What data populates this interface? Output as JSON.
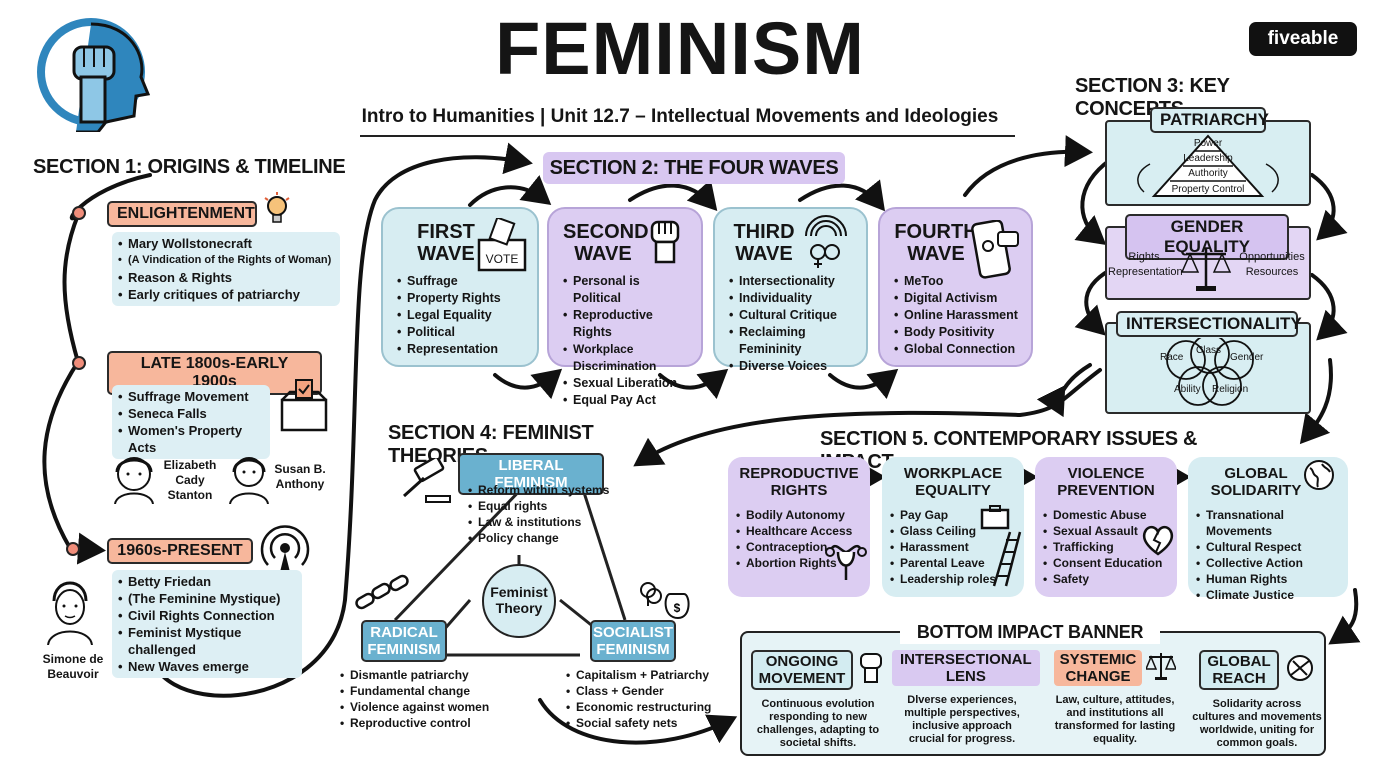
{
  "header": {
    "title": "FEMINISM",
    "subtitle": "Intro to Humanities | Unit 12.7 – Intellectual Movements and Ideologies",
    "brand": "fiveable"
  },
  "section1": {
    "heading": "SECTION 1: ORIGINS & TIMELINE",
    "eras": [
      {
        "label": "ENLIGHTENMENT",
        "items": [
          "Mary Wollstonecraft",
          "(A Vindication of the Rights of Woman)",
          "Reason & Rights",
          "Early critiques of patriarchy"
        ]
      },
      {
        "label": "LATE 1800s-EARLY 1900s",
        "items": [
          "Suffrage Movement",
          "Seneca Falls",
          "Women's Property Acts"
        ]
      },
      {
        "label": "1960s-PRESENT",
        "items": [
          "Betty Friedan",
          "(The Feminine Mystique)",
          "Civil Rights Connection",
          "Feminist Mystique challenged",
          "New Waves emerge"
        ]
      }
    ],
    "figures": [
      "Elizabeth",
      "Cady",
      "Stanton",
      "Susan B.",
      "Anthony",
      "Simone de",
      "Beauvoir"
    ]
  },
  "section2": {
    "heading": "SECTION 2: THE FOUR WAVES",
    "vote_label": "VOTE",
    "waves": [
      {
        "title1": "FIRST",
        "title2": "WAVE",
        "items": [
          "Suffrage",
          "Property Rights",
          "Legal Equality",
          "Political",
          "Representation"
        ]
      },
      {
        "title1": "SECOND",
        "title2": "WAVE",
        "items": [
          "Personal is Political",
          "Reproductive Rights",
          "Workplace Discrimination",
          "Sexual Liberation",
          "Equal Pay Act"
        ]
      },
      {
        "title1": "THIRD",
        "title2": "WAVE",
        "items": [
          "Intersectionality",
          "Individuality",
          "Cultural Critique",
          "Reclaiming Femininity",
          "Diverse Voices"
        ]
      },
      {
        "title1": "FOURTH",
        "title2": "WAVE",
        "items": [
          "MeToo",
          "Digital Activism",
          "Online Harassment",
          "Body Positivity",
          "Global Connection"
        ]
      }
    ]
  },
  "section3": {
    "heading": "SECTION 3: KEY CONCEPTS",
    "patriarchy": {
      "label": "PATRIARCHY",
      "levels": [
        "Power",
        "Leadership",
        "Authority",
        "Property Control"
      ]
    },
    "equality": {
      "label": "GENDER EQUALITY",
      "left": [
        "Rights",
        "Representation"
      ],
      "right": [
        "Opportunities",
        "Resources"
      ]
    },
    "intersectionality": {
      "label": "INTERSECTIONALITY",
      "circles": [
        "Race",
        "Class",
        "Gender",
        "Ability",
        "Religion"
      ]
    }
  },
  "section4": {
    "heading": "SECTION 4: FEMINIST THEORIES",
    "center": [
      "Feminist",
      "Theory"
    ],
    "liberal": {
      "label": "LIBERAL FEMINISM",
      "items": [
        "Reform within systems",
        "Equal rights",
        "Law & institutions",
        "Policy change"
      ]
    },
    "radical": {
      "label1": "RADICAL",
      "label2": "FEMINISM",
      "items": [
        "Dismantle patriarchy",
        "Fundamental change",
        "Violence against women",
        "Reproductive control"
      ]
    },
    "socialist": {
      "label1": "SOCIALIST",
      "label2": "FEMINISM",
      "items": [
        "Capitalism + Patriarchy",
        "Class + Gender",
        "Economic restructuring",
        "Social safety nets"
      ]
    }
  },
  "section5": {
    "heading": "SECTION 5. CONTEMPORARY ISSUES & IMPACT",
    "issues": [
      {
        "title1": "REPRODUCTIVE",
        "title2": "RIGHTS",
        "items": [
          "Bodily Autonomy",
          "Healthcare Access",
          "Contraception",
          "Abortion Rights"
        ]
      },
      {
        "title1": "WORKPLACE",
        "title2": "EQUALITY",
        "items": [
          "Pay Gap",
          "Glass Ceiling",
          "Harassment",
          "Parental Leave",
          "Leadership roles"
        ]
      },
      {
        "title1": "VIOLENCE",
        "title2": "PREVENTION",
        "items": [
          "Domestic Abuse",
          "Sexual Assault",
          "Trafficking",
          "Consent Education",
          "Safety"
        ]
      },
      {
        "title1": "GLOBAL",
        "title2": "SOLIDARITY",
        "items": [
          "Transnational Movements",
          "Cultural Respect",
          "Collective Action",
          "Human Rights",
          "Climate Justice"
        ]
      }
    ]
  },
  "banner": {
    "heading": "BOTTOM IMPACT BANNER",
    "cells": [
      {
        "title1": "ONGOING",
        "title2": "MOVEMENT",
        "lines": [
          "Continuous evolution",
          "responding to new",
          "challenges, adapting to",
          "societal shifts."
        ]
      },
      {
        "title1": "INTERSECTIONAL",
        "title2": "LENS",
        "lines": [
          "Dlverse experiences,",
          "multiple perspectives,",
          "inclusive approach",
          "crucial for progress."
        ]
      },
      {
        "title1": "SYSTEMIC",
        "title2": "CHANGE",
        "lines": [
          "Law, culture, attitudes,",
          "and institutions all",
          "transformed for lasting",
          "equality."
        ]
      },
      {
        "title1": "GLOBAL",
        "title2": "REACH",
        "lines": [
          "Solidarity across",
          "cultures and movements",
          "worldwide, uniting for",
          "common goals."
        ]
      }
    ]
  },
  "colors": {
    "orange": "#f7b79c",
    "light_blue": "#d7edf2",
    "lavender": "#dccdf2",
    "teal": "#6ab1cf",
    "coral_dot": "#f08d7a",
    "logo_blue": "#2f86bd"
  }
}
